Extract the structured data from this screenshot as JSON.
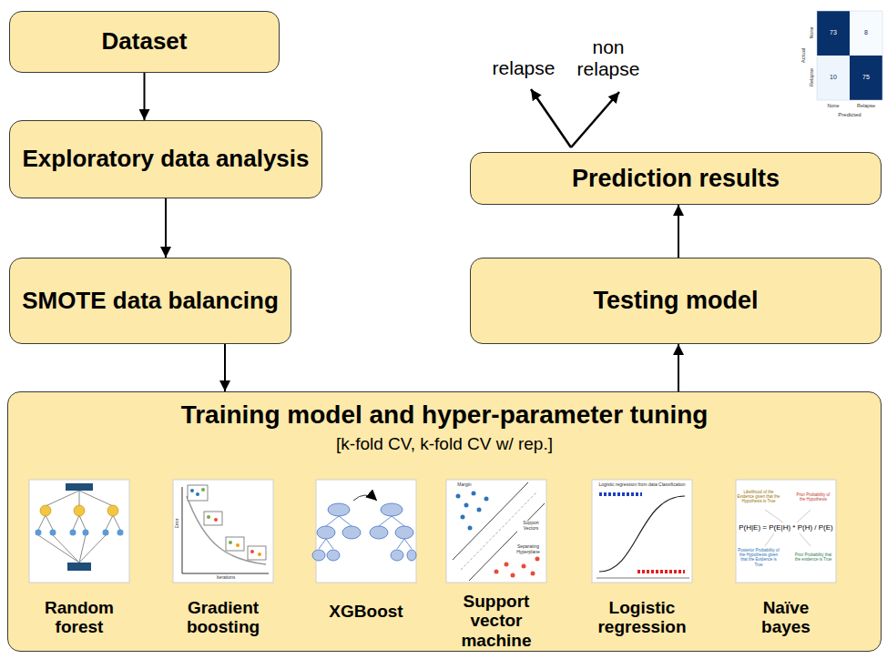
{
  "diagram": {
    "nodes": [
      {
        "text": [
          "Dataset"
        ]
      },
      {
        "text": [
          "Exploratory data analysis"
        ]
      },
      {
        "text": [
          "SMOTE data balancing"
        ]
      },
      {
        "text": [
          "Training model and hyper-parameter tuning",
          "[k-fold CV, k-fold CV w/ rep.]"
        ]
      },
      {
        "text": [
          "Testing model"
        ]
      },
      {
        "text": [
          "Prediction results"
        ]
      }
    ],
    "edges": [
      {
        "from": 0,
        "to": 1,
        "arrow": "to"
      },
      {
        "from": 1,
        "to": 2,
        "arrow": "to"
      },
      {
        "from": 2,
        "to": 3,
        "arrow": "to"
      },
      {
        "from": 3,
        "to": 4,
        "arrow": "to"
      },
      {
        "from": 4,
        "to": 5,
        "arrow": "to"
      }
    ],
    "labels": [
      "relapse",
      "non relapse",
      "73",
      "8",
      "10",
      "75",
      "None",
      "Relapse",
      "Actual",
      "None",
      "Relapse",
      "Predicted",
      "Random forest",
      "Gradient boosting",
      "XGBoost",
      "Support vector machine",
      "Logistic regression",
      "Naïve bayes",
      "Error",
      "Iterations",
      "Margin",
      "Support Vectors",
      "Separating Hyperplane",
      "Logistic regression from data Classification",
      "P(H|E) = P(E|H) * P(H) / P(E)",
      "Likelihood of the Evidence given that the Hypothesis is True",
      "Prior Probability of the Hypothesis",
      "Posterior Probability of the Hypothesis given that the Evidence is True",
      "Prior Probability that the evidence is True"
    ]
  }
}
